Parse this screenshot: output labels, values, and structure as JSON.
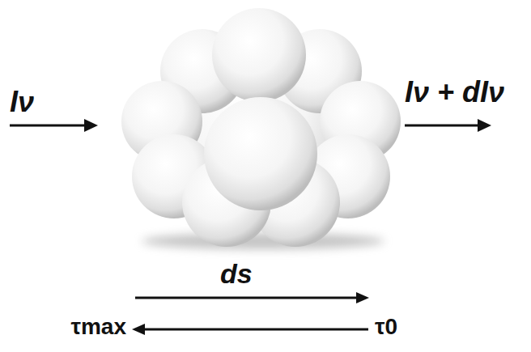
{
  "diagram": {
    "labels": [
      "Iν",
      "Iν + dIν",
      "ds",
      "τmax",
      "τ0"
    ]
  }
}
